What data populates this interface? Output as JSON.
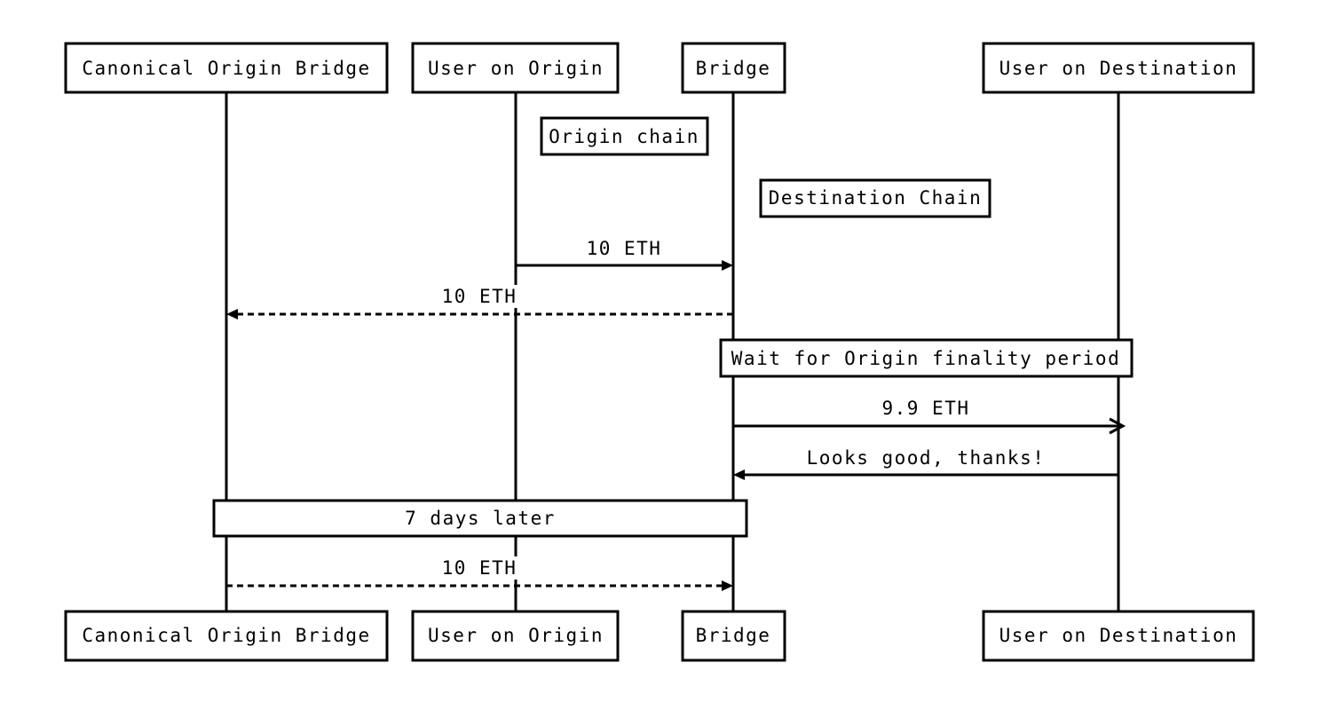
{
  "participants": [
    {
      "label": "Canonical Origin Bridge"
    },
    {
      "label": "User on Origin"
    },
    {
      "label": "Bridge"
    },
    {
      "label": "User on Destination"
    }
  ],
  "notes": [
    {
      "text": "Origin chain"
    },
    {
      "text": "Destination Chain"
    },
    {
      "text": "Wait for Origin finality period"
    },
    {
      "text": "7 days later"
    }
  ],
  "messages": [
    {
      "from": "User on Origin",
      "to": "Bridge",
      "label": "10 ETH",
      "style": "solid",
      "arrow": "filled"
    },
    {
      "from": "Bridge",
      "to": "Canonical Origin Bridge",
      "label": "10 ETH",
      "style": "dashed",
      "arrow": "filled"
    },
    {
      "from": "Bridge",
      "to": "User on Destination",
      "label": "9.9 ETH",
      "style": "solid",
      "arrow": "open"
    },
    {
      "from": "User on Destination",
      "to": "Bridge",
      "label": "Looks good, thanks!",
      "style": "solid",
      "arrow": "filled"
    },
    {
      "from": "Canonical Origin Bridge",
      "to": "Bridge",
      "label": "10 ETH",
      "style": "dashed",
      "arrow": "filled"
    }
  ],
  "colors": {
    "line": "#000000",
    "background": "#ffffff"
  }
}
